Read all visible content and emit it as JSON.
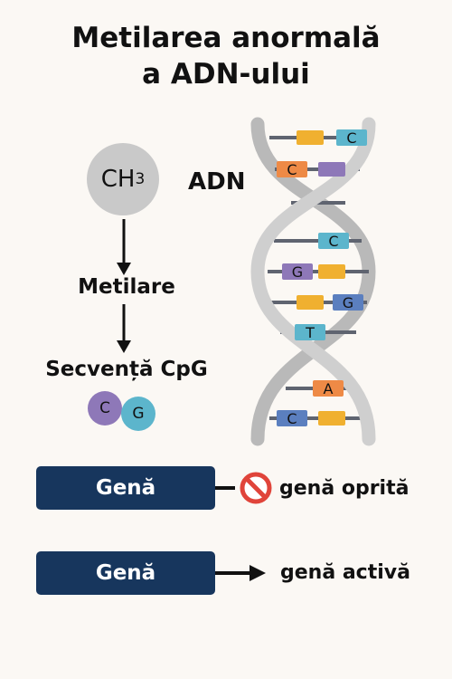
{
  "title": {
    "line1": "Metilarea anormală",
    "line2": "a ADN-ului"
  },
  "ch3": {
    "main": "CH",
    "sub": "3"
  },
  "adn_label": "ADN",
  "metilare_label": "Metilare",
  "cpg": {
    "label": "Secvență CpG",
    "c": "C",
    "g": "G"
  },
  "helix_bases": [
    {
      "letter": "C",
      "color": "#5cb5cc"
    },
    {
      "letter": "C",
      "color": "#ee8a46"
    },
    {
      "letter": "C",
      "color": "#5cb5cc"
    },
    {
      "letter": "G",
      "color": "#8e78b8"
    },
    {
      "letter": "G",
      "color": "#5b7fbf"
    },
    {
      "letter": "T",
      "color": "#5cb5cc"
    },
    {
      "letter": "A",
      "color": "#ee8a46"
    },
    {
      "letter": "C",
      "color": "#5b7fbf"
    }
  ],
  "gene_off": {
    "box_label": "Genă",
    "status": "genă oprită"
  },
  "gene_on": {
    "box_label": "Genă",
    "status": "genă activă"
  },
  "colors": {
    "gene_box": "#17365d",
    "stop_red": "#e0443a",
    "strand": "#c5c5c5",
    "bar_gold": "#f0b030",
    "bar_purple": "#8e78b8"
  }
}
